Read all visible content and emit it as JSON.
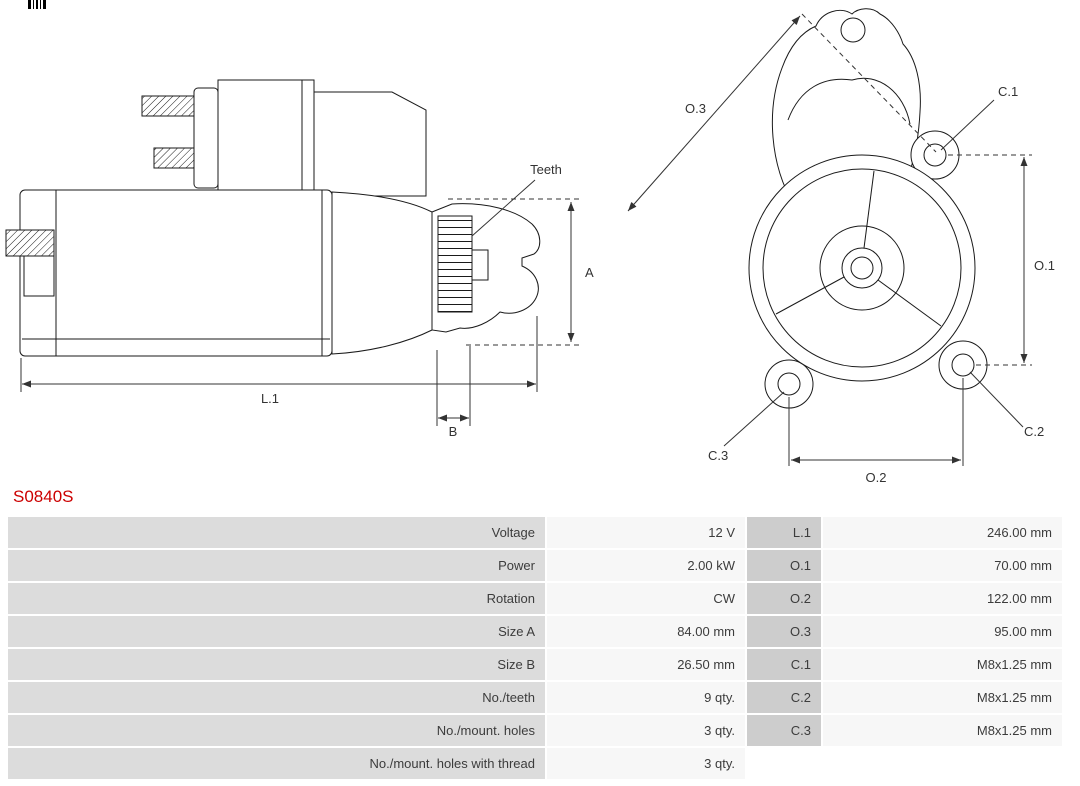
{
  "part_number": "S0840S",
  "colors": {
    "part_number_red": "#cc0000",
    "spec_label_bg": "#dcdcdc",
    "spec_dim_label_bg": "#cdcdcd",
    "spec_value_bg": "#f7f7f7",
    "drawing_line": "#1a1a1a"
  },
  "diagram": {
    "side_view": {
      "teeth_label": "Teeth",
      "dim_a": "A",
      "dim_l1": "L.1",
      "dim_b": "B"
    },
    "front_view": {
      "dim_o3": "O.3",
      "dim_o1": "O.1",
      "dim_o2": "O.2",
      "hole_c1": "C.1",
      "hole_c2": "C.2",
      "hole_c3": "C.3"
    }
  },
  "specs": {
    "rows": [
      {
        "label": "Voltage",
        "value": "12 V",
        "dim": "L.1",
        "dim_value": "246.00 mm"
      },
      {
        "label": "Power",
        "value": "2.00 kW",
        "dim": "O.1",
        "dim_value": "70.00 mm"
      },
      {
        "label": "Rotation",
        "value": "CW",
        "dim": "O.2",
        "dim_value": "122.00 mm"
      },
      {
        "label": "Size A",
        "value": "84.00 mm",
        "dim": "O.3",
        "dim_value": "95.00 mm"
      },
      {
        "label": "Size B",
        "value": "26.50 mm",
        "dim": "C.1",
        "dim_value": "M8x1.25 mm"
      },
      {
        "label": "No./teeth",
        "value": "9 qty.",
        "dim": "C.2",
        "dim_value": "M8x1.25 mm"
      },
      {
        "label": "No./mount. holes",
        "value": "3 qty.",
        "dim": "C.3",
        "dim_value": "M8x1.25 mm"
      },
      {
        "label": "No./mount. holes with thread",
        "value": "3 qty.",
        "dim": "",
        "dim_value": ""
      }
    ]
  }
}
